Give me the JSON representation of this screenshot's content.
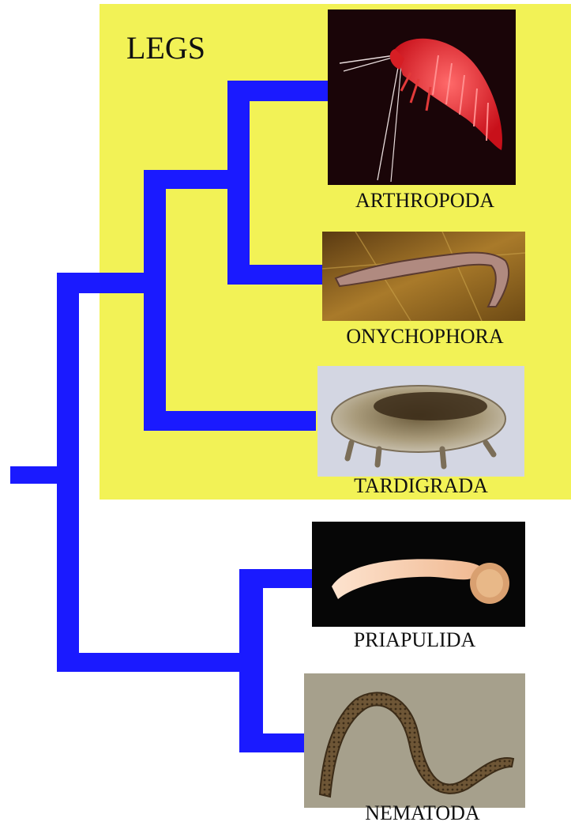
{
  "group_label": "LEGS",
  "taxa": [
    {
      "name": "ARTHROPODA"
    },
    {
      "name": "ONYCHOPHORA"
    },
    {
      "name": "TARDIGRADA"
    },
    {
      "name": "PRIAPULIDA"
    },
    {
      "name": "NEMATODA"
    }
  ],
  "colors": {
    "tree": "#1a1aff",
    "highlight": "#f2f256",
    "background": "#ffffff"
  }
}
